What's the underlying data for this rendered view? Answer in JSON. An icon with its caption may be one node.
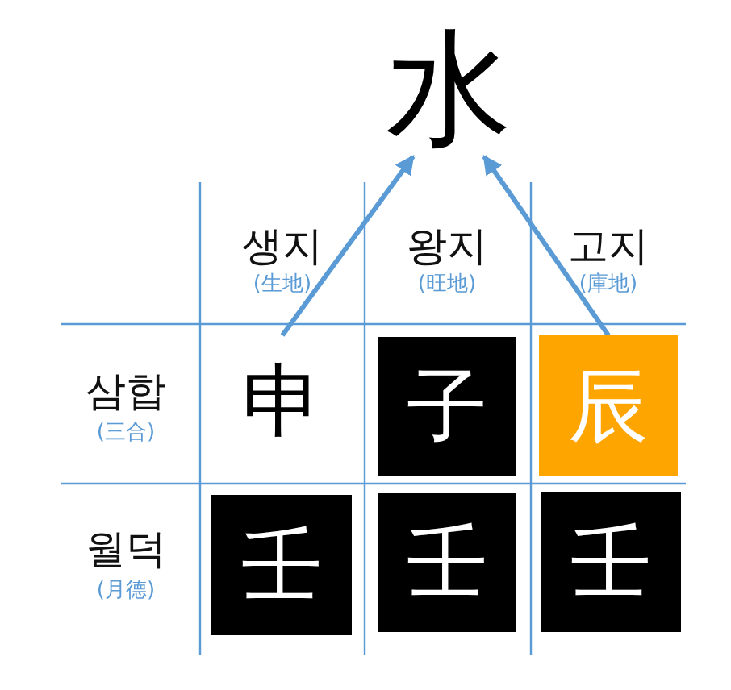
{
  "diagram": {
    "nodes": [
      {
        "text": [
          "水"
        ]
      },
      {
        "text": [
          "申"
        ]
      },
      {
        "text": [
          "子"
        ]
      },
      {
        "text": [
          "辰"
        ]
      },
      {
        "text": [
          "壬"
        ]
      },
      {
        "text": [
          "壬"
        ]
      },
      {
        "text": [
          "壬"
        ]
      }
    ],
    "edges": [
      {
        "from": 1,
        "to": 0,
        "arrow": "to"
      },
      {
        "from": 3,
        "to": 0,
        "arrow": "to"
      }
    ],
    "labels": [
      "생지",
      "(生地)",
      "왕지",
      "(旺地)",
      "고지",
      "(庫地)",
      "삼합",
      "(三合)",
      "월덕",
      "(月德)"
    ]
  }
}
